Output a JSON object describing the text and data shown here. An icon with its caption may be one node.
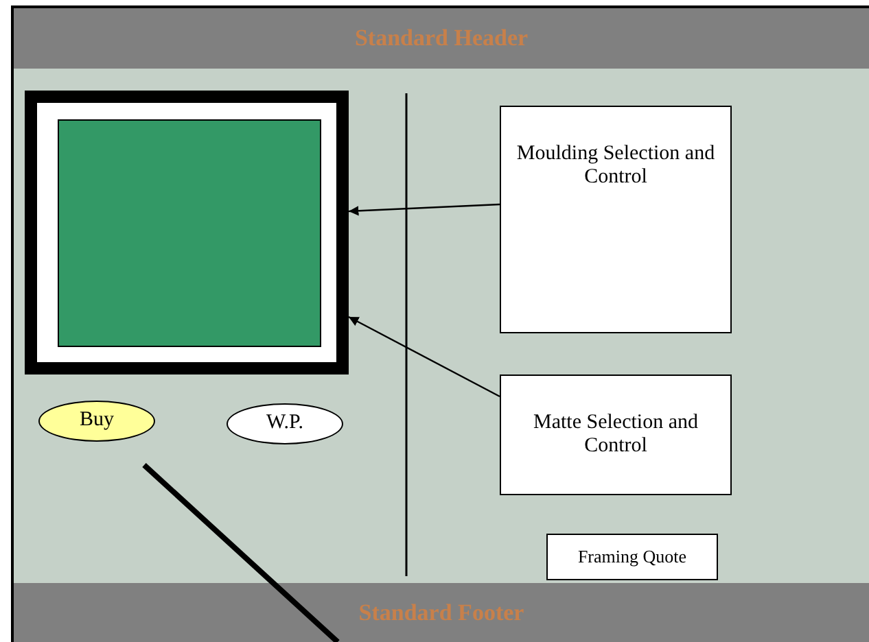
{
  "diagram": {
    "nodes": [
      {
        "text": [
          "Standard Header"
        ]
      },
      {
        "text": [],
        "shape": "box"
      },
      {
        "text": [
          "Moulding Selection and Control"
        ]
      },
      {
        "text": [
          "Matte Selection and Control"
        ]
      },
      {
        "text": [
          "Buy"
        ]
      },
      {
        "text": [
          "W.P."
        ]
      },
      {
        "text": [
          "Framing Quote"
        ]
      },
      {
        "text": [
          "Standard Footer"
        ]
      }
    ],
    "edges": [
      {
        "from": 2,
        "to": 1,
        "arrow": "to"
      },
      {
        "from": 3,
        "to": 1,
        "arrow": "to"
      }
    ]
  }
}
